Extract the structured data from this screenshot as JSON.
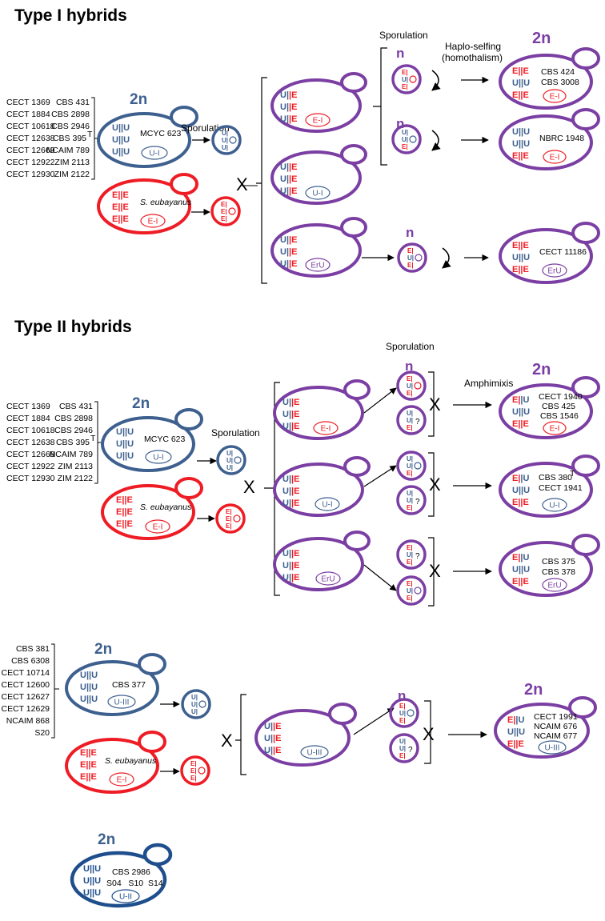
{
  "colors": {
    "uvarum_blue": "#3e608f",
    "eubayanus_red": "#ee1c24",
    "hybrid_purple": "#7b3fa3",
    "dark_blue": "#1f4e8c"
  },
  "type1": {
    "title": "Type I hybrids",
    "strains_left": [
      "CECT 1369",
      "CECT 1884",
      "CECT 10618",
      "CECT 12638",
      "CECT 12669",
      "CECT 12922",
      "CECT 12930"
    ],
    "strains_right": [
      "CBS 431",
      "CBS 2898",
      "CBS 2946",
      "CBS 395",
      "NCAIM 789",
      "ZIM 2113",
      "ZIM 2122"
    ],
    "cbs395_mark": "T",
    "parent_ploidy": "2n",
    "parent_strain": "MCYC 623",
    "parent_tag": "U-I",
    "eub_name": "S. eubayanus",
    "eub_tag": "E-I",
    "sporulation": "Sporulation",
    "sporulation_top": "Sporulation",
    "haplo_selfing": "Haplo-selfing",
    "homothalism": "(homothalism)",
    "n_label": "n",
    "hybrid_tags": [
      "E-I",
      "U-I",
      "ErU"
    ],
    "out1": {
      "ploidy": "2n",
      "strains": [
        "CBS 424",
        "CBS 3008"
      ],
      "tag": "E-I"
    },
    "out2": {
      "strains": [
        "NBRC 1948"
      ],
      "tag": "E-I"
    },
    "out3": {
      "strains": [
        "CECT 11186"
      ],
      "tag": "ErU"
    },
    "cross": "X"
  },
  "type2": {
    "title": "Type II hybrids",
    "strains_left": [
      "CECT 1369",
      "CECT 1884",
      "CECT 10618",
      "CECT 12638",
      "CECT 12669",
      "CECT 12922",
      "CECT 12930"
    ],
    "strains_right": [
      "CBS 431",
      "CBS 2898",
      "CBS 2946",
      "CBS 395",
      "NCAIM 789",
      "ZIM 2113",
      "ZIM 2122"
    ],
    "cbs395_mark": "T",
    "parent_ploidy": "2n",
    "parent_strain": "MCYC 623",
    "parent_tag": "U-I",
    "eub_name": "S. eubayanus",
    "eub_tag": "E-I",
    "sporulation": "Sporulation",
    "sporulation_top": "Sporulation",
    "amphimixis": "Amphimixis",
    "n_label": "n",
    "hybrid_tags": [
      "E-I",
      "U-I",
      "ErU"
    ],
    "question": "?",
    "out1": {
      "ploidy": "2n",
      "strains": [
        "CECT 1940",
        "CBS 425",
        "CBS 1546"
      ],
      "tag": "E-I"
    },
    "out2": {
      "strains": [
        "CBS 380",
        "CECT 1941"
      ],
      "mark": "T",
      "tag": "U-I"
    },
    "out3": {
      "strains": [
        "CBS 375",
        "CBS 378"
      ],
      "tag": "ErU"
    },
    "cross": "X"
  },
  "type3": {
    "strains": [
      "CBS 381",
      "CBS 6308",
      "CECT 10714",
      "CECT 12600",
      "CECT 12627",
      "CECT 12629",
      "NCAIM 868",
      "S20"
    ],
    "parent_ploidy": "2n",
    "parent_strain": "CBS 377",
    "parent_tag": "U-III",
    "eub_name": "S. eubayanus",
    "eub_tag": "E-I",
    "hybrid_tag": "U-III",
    "n_label": "n",
    "question": "?",
    "out": {
      "ploidy": "2n",
      "strains": [
        "CECT 1991",
        "NCAIM 676",
        "NCAIM 677"
      ],
      "tag": "U-III"
    },
    "cross": "X"
  },
  "type4": {
    "ploidy": "2n",
    "strain_line1": "CBS 2986",
    "strain_line2": "S04   S10  S14",
    "tag": "U-II"
  },
  "chromosome_labels": {
    "u": "U",
    "e": "E",
    "sep": "||",
    "half": "|"
  }
}
